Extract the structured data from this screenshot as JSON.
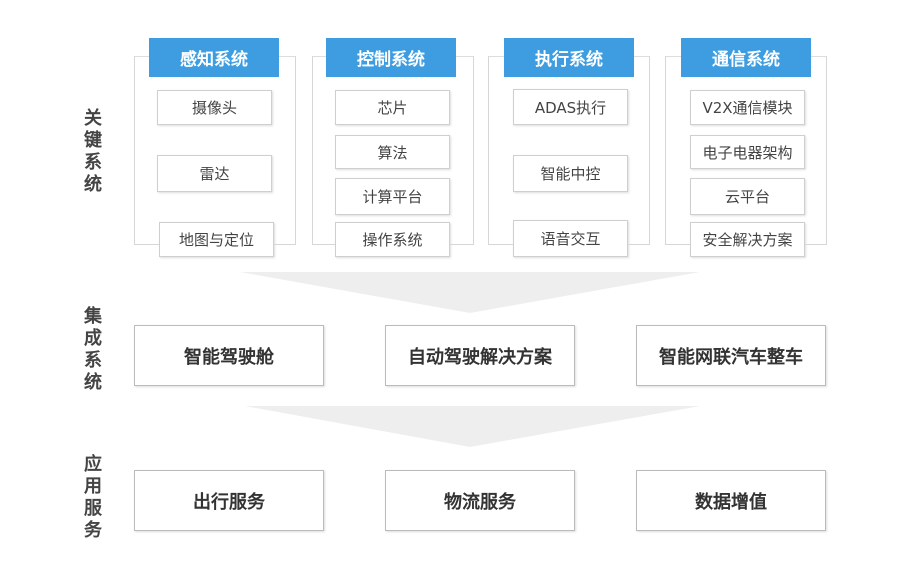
{
  "side_labels": {
    "key": "关键系统",
    "integration": "集成系统",
    "application": "应用服务"
  },
  "key_systems": [
    {
      "title": "感知系统",
      "items": [
        "摄像头",
        "雷达",
        "地图与定位"
      ]
    },
    {
      "title": "控制系统",
      "items": [
        "芯片",
        "算法",
        "计算平台",
        "操作系统"
      ]
    },
    {
      "title": "执行系统",
      "items": [
        "ADAS执行",
        "智能中控",
        "语音交互"
      ]
    },
    {
      "title": "通信系统",
      "items": [
        "V2X通信模块",
        "电子电器架构",
        "云平台",
        "安全解决方案"
      ]
    }
  ],
  "integration": [
    "智能驾驶舱",
    "自动驾驶解决方案",
    "智能网联汽车整车"
  ],
  "application": [
    "出行服务",
    "物流服务",
    "数据增值"
  ]
}
